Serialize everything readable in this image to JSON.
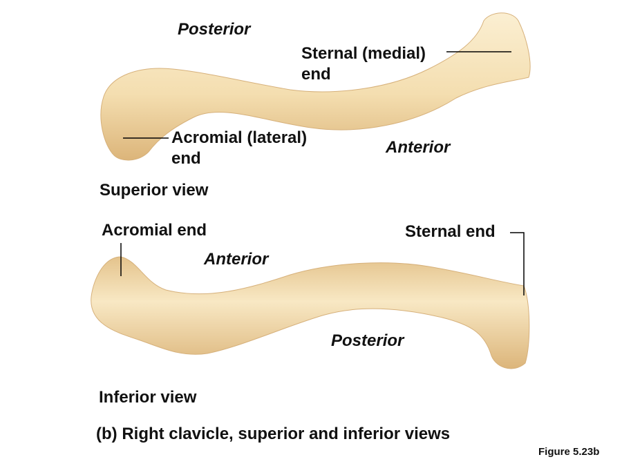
{
  "superior": {
    "posterior": "Posterior",
    "sternal_line1": "Sternal (medial)",
    "sternal_line2": "end",
    "acromial_line1": "Acromial (lateral)",
    "acromial_line2": "end",
    "anterior": "Anterior",
    "view_label": "Superior view"
  },
  "inferior": {
    "acromial": "Acromial end",
    "sternal": "Sternal end",
    "anterior": "Anterior",
    "posterior": "Posterior",
    "view_label": "Inferior view"
  },
  "caption": "(b) Right clavicle, superior and inferior views",
  "figure_number": "Figure 5.23b",
  "colors": {
    "bone": "#f3ddb0",
    "bone_shadow": "#d9b47a",
    "bone_light": "#fbf0d6"
  }
}
